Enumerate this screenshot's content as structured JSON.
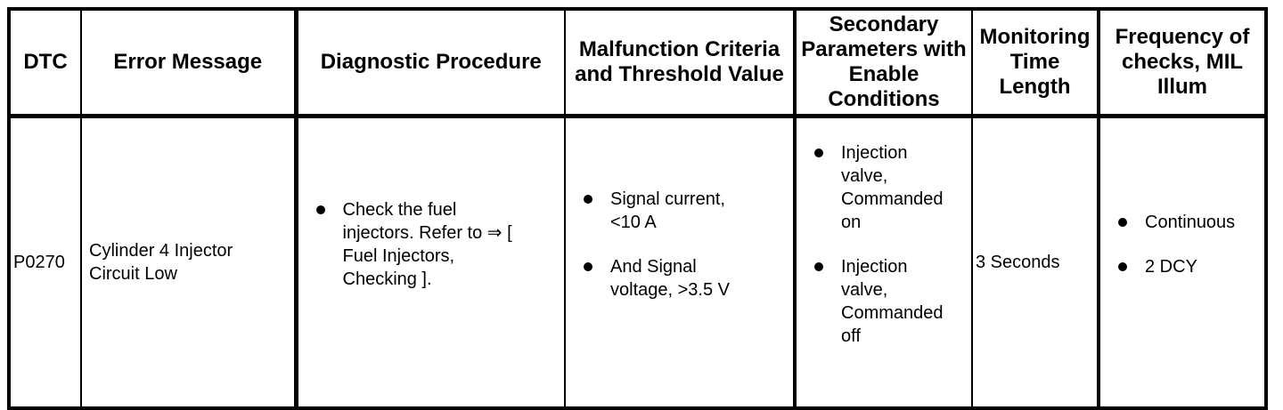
{
  "page": {
    "background_color": "#ffffff",
    "border_color": "#000000",
    "text_color": "#000000"
  },
  "table": {
    "headers": [
      {
        "label": "DTC"
      },
      {
        "label": "Error Message"
      },
      {
        "label": "Diagnostic Procedure"
      },
      {
        "label": "Malfunction Criteria\nand Threshold Value"
      },
      {
        "label": "Secondary\nParameters with\nEnable\nConditions"
      },
      {
        "label": "Monitoring\nTime\nLength"
      },
      {
        "label": "Frequency of\nchecks, MIL\nIllum"
      }
    ],
    "row": {
      "dtc": "P0270",
      "error_message": "Cylinder 4 Injector\nCircuit Low",
      "diagnostic_procedure": [
        "Check the fuel\ninjectors. Refer to ⇒ [\nFuel Injectors,\nChecking ]."
      ],
      "malfunction_criteria": [
        "Signal current,\n<10 A",
        "And Signal\nvoltage, >3.5 V"
      ],
      "secondary_parameters": [
        "Injection\nvalve,\nCommanded\non",
        "Injection\nvalve,\nCommanded\noff"
      ],
      "monitoring_time_length": "3 Seconds",
      "frequency_of_checks": [
        "Continuous",
        "2 DCY"
      ]
    }
  }
}
